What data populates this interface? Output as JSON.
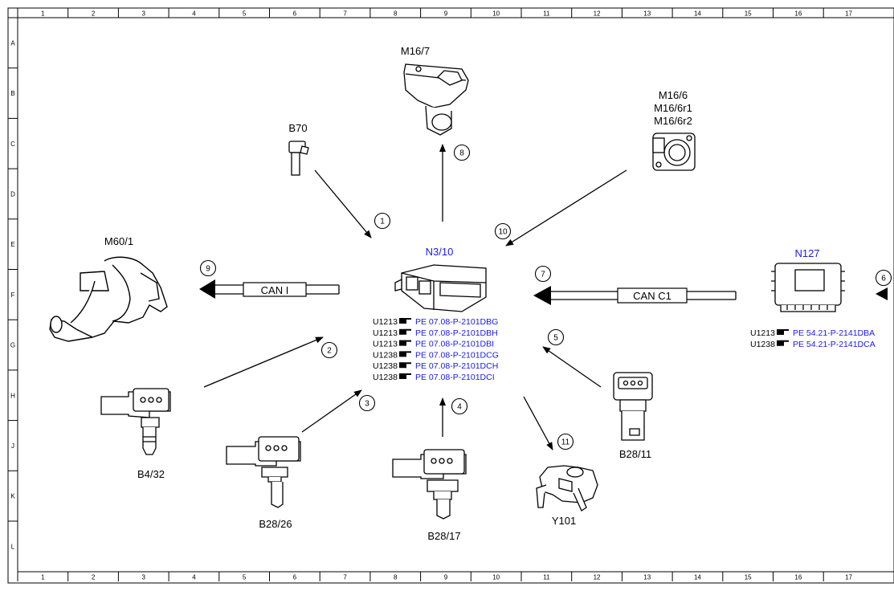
{
  "grid": {
    "columns": [
      "1",
      "2",
      "3",
      "4",
      "5",
      "6",
      "7",
      "8",
      "9",
      "10",
      "11",
      "12",
      "13",
      "14",
      "15",
      "16",
      "17"
    ],
    "rows": [
      "A",
      "B",
      "C",
      "D",
      "E",
      "F",
      "G",
      "H",
      "J",
      "K",
      "L"
    ]
  },
  "components": {
    "m16_7": "M16/7",
    "m16_6": [
      "M16/6",
      "M16/6r1",
      "M16/6r2"
    ],
    "b70": "B70",
    "m60_1": "M60/1",
    "n3_10": "N3/10",
    "n127": "N127",
    "b4_32": "B4/32",
    "b28_26": "B28/26",
    "b28_17": "B28/17",
    "b28_11": "B28/11",
    "y101": "Y101"
  },
  "buses": {
    "can_i": "CAN I",
    "can_c1": "CAN C1"
  },
  "arrow_numbers": [
    "1",
    "2",
    "3",
    "4",
    "5",
    "6",
    "7",
    "8",
    "9",
    "10",
    "11"
  ],
  "n3_10_refs": [
    {
      "code": "U1213",
      "ref": "PE 07.08-P-2101DBG"
    },
    {
      "code": "U1213",
      "ref": "PE 07.08-P-2101DBH"
    },
    {
      "code": "U1213",
      "ref": "PE 07.08-P-2101DBI"
    },
    {
      "code": "U1238",
      "ref": "PE 07.08-P-2101DCG"
    },
    {
      "code": "U1238",
      "ref": "PE 07.08-P-2101DCH"
    },
    {
      "code": "U1238",
      "ref": "PE 07.08-P-2101DCI"
    }
  ],
  "n127_refs": [
    {
      "code": "U1213",
      "ref": "PE 54.21-P-2141DBA"
    },
    {
      "code": "U1238",
      "ref": "PE 54.21-P-2141DCA"
    }
  ],
  "colors": {
    "link": "#1a1ae6",
    "line": "#000000"
  }
}
